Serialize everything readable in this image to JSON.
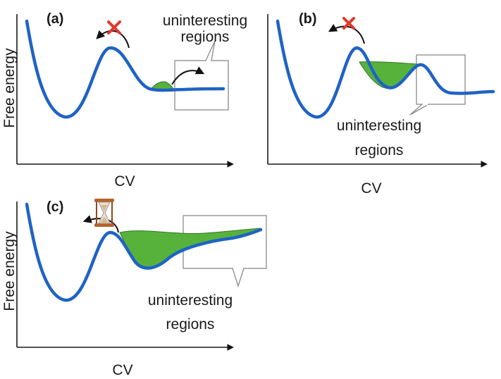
{
  "panels": [
    {
      "id": "a",
      "label": "(a)",
      "x_axis_label": "CV",
      "y_axis_label": "Free energy",
      "callout_text": [
        "uninteresting",
        "regions"
      ],
      "barrier_crossing": "blocked",
      "barrier_marker_icon": "red-x-icon"
    },
    {
      "id": "b",
      "label": "(b)",
      "x_axis_label": "CV",
      "y_axis_label": "",
      "callout_text": [
        "uninteresting",
        "regions"
      ],
      "barrier_crossing": "blocked",
      "barrier_marker_icon": "red-x-icon"
    },
    {
      "id": "c",
      "label": "(c)",
      "x_axis_label": "CV",
      "y_axis_label": "Free energy",
      "callout_text": [
        "uninteresting",
        "regions"
      ],
      "barrier_crossing": "slow",
      "barrier_marker_icon": "hourglass-icon"
    }
  ],
  "colors": {
    "free_energy_curve": "#1f63c4",
    "bias_fill": "#57b23c",
    "cross_mark": "#e0382c",
    "callout_border": "#8a8a8a",
    "hourglass_frame": "#b5622a",
    "hourglass_sand": "#d9b98c"
  }
}
